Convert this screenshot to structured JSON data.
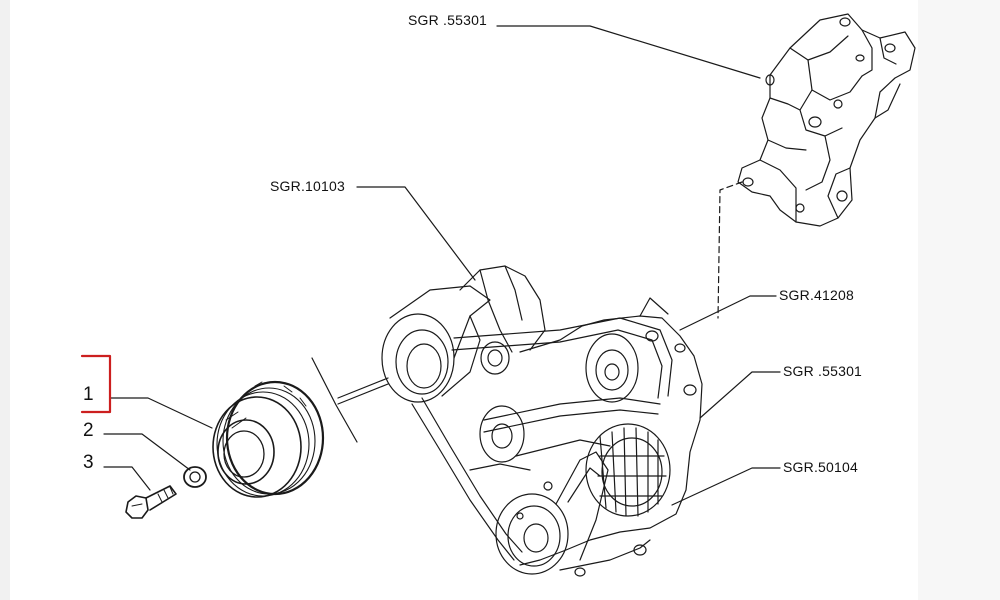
{
  "labels": {
    "ref_top": "SGR .55301",
    "ref_left": "SGR.10103",
    "ref_41208": "SGR.41208",
    "ref_mid": "SGR .55301",
    "ref_50104": "SGR.50104",
    "item_1": "1",
    "item_2": "2",
    "item_3": "3"
  },
  "colors": {
    "line": "#1a1a1a",
    "highlight": "#cc1f1f",
    "background": "#ffffff"
  },
  "icons": {
    "crank_pulley": "pulley-icon",
    "washer": "washer-icon",
    "bolt": "bolt-icon",
    "bracket": "bracket-icon",
    "engine": "engine-icon"
  }
}
